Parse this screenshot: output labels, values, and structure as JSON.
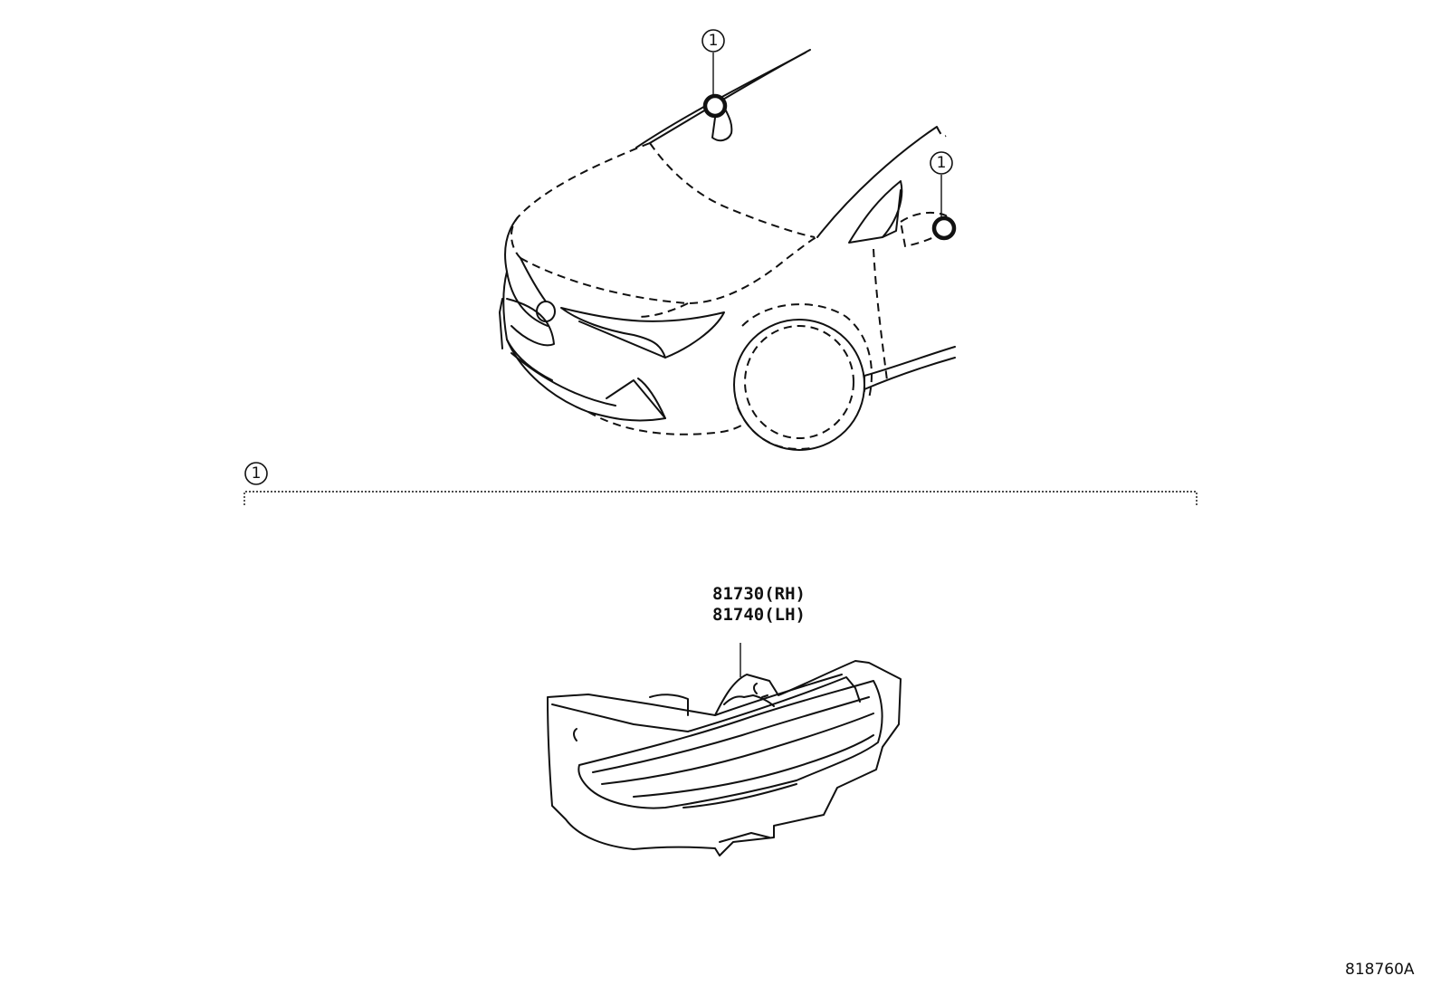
{
  "callouts": {
    "hood_marker": "1",
    "fender_marker": "1",
    "group_label": "1"
  },
  "part_numbers": {
    "rh": "81730(RH)",
    "lh": "81740(LH)"
  },
  "reference_code": "818760A"
}
